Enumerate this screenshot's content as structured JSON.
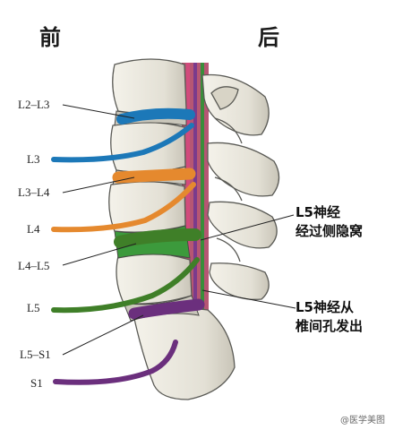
{
  "headers": {
    "front": "前",
    "back": "后"
  },
  "levels": {
    "l2_l3": "L2–L3",
    "l3": "L3",
    "l3_l4": "L3–L4",
    "l4": "L4",
    "l4_l5": "L4–L5",
    "l5": "L5",
    "l5_s1": "L5–S1",
    "s1": "S1"
  },
  "annotations": {
    "lateral_recess": {
      "line1": "L5神经",
      "line2": "经过侧隐窝"
    },
    "foramen": {
      "line1": "L5神经从",
      "line2": "椎间孔发出"
    }
  },
  "watermark": "@医学美图",
  "colors": {
    "bone": "#e9e7de",
    "bone_shadow": "#b9b6aa",
    "bone_outline": "#5a5a55",
    "nerve_l3": "#1c78b8",
    "nerve_l4": "#e5892e",
    "nerve_l5": "#3f7f28",
    "nerve_s1": "#6b2f7d",
    "disc_l4_l5": "#3c9a3c",
    "cauda": "#b83c5a"
  }
}
